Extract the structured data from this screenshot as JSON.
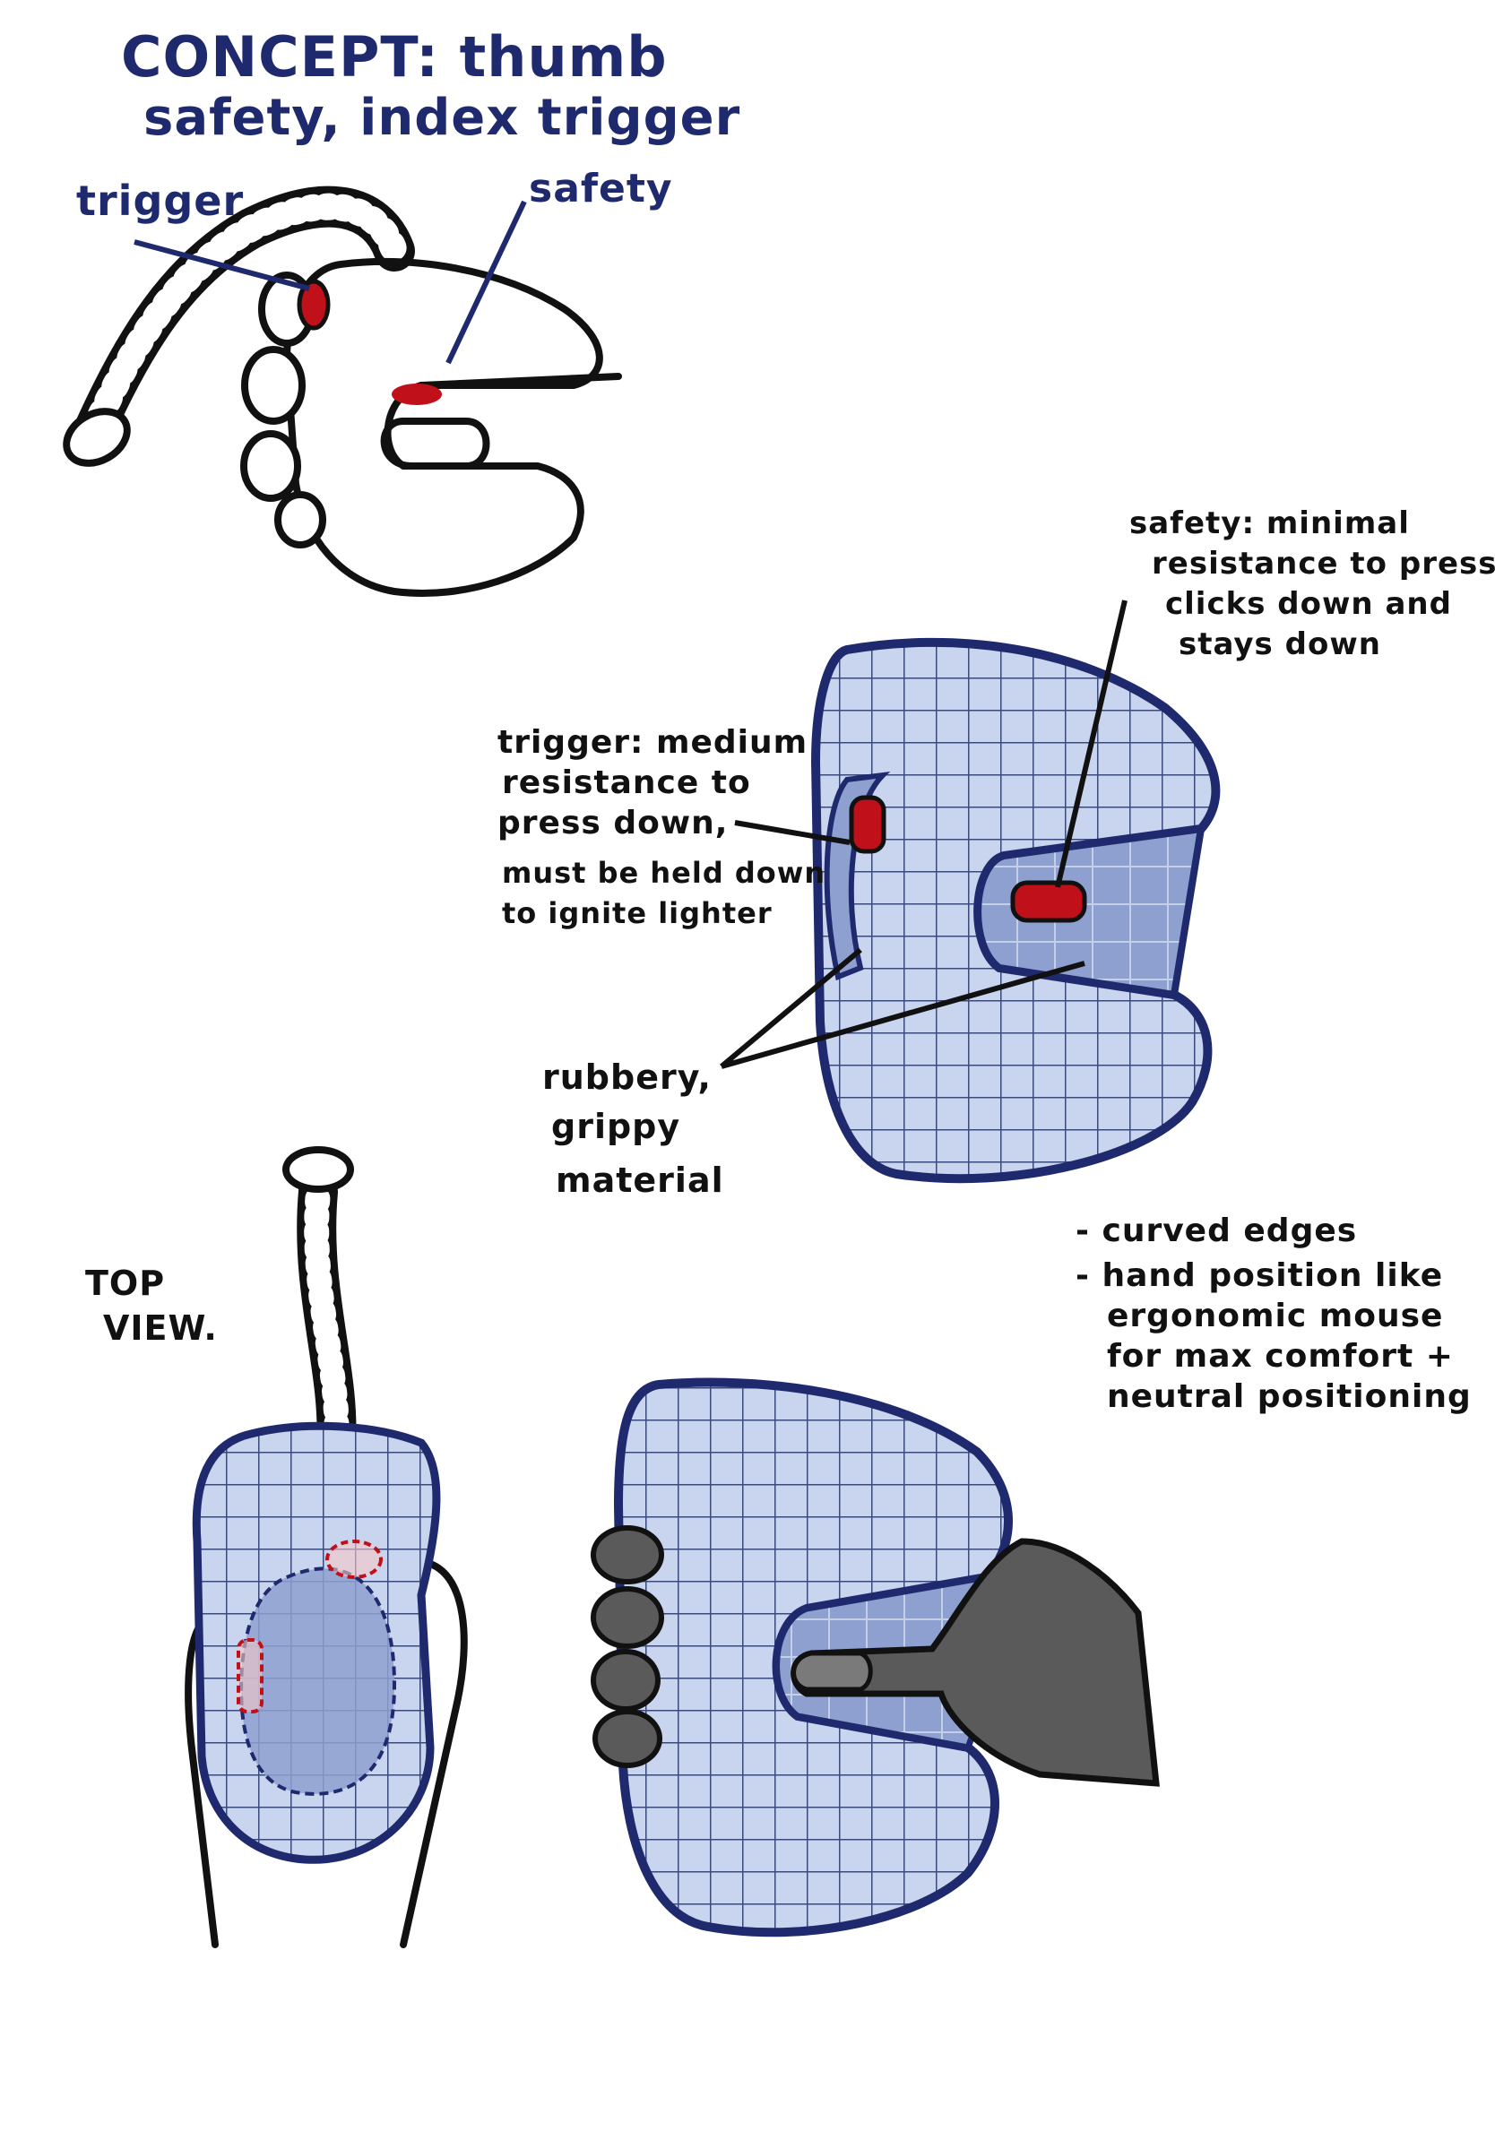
{
  "colors": {
    "ink": "#111111",
    "navy": "#1f2a6e",
    "body_fill": "#c9d4ee",
    "body_fill_dark": "#8ea0d0",
    "grid": "#3a4a7a",
    "button_red": "#c0101a",
    "hand_gray": "#5a5a5a"
  },
  "title": {
    "line1": "CONCEPT: thumb",
    "line2": "safety, index trigger"
  },
  "sketch1": {
    "trigger_label": "trigger",
    "safety_label": "safety"
  },
  "sketch2": {
    "safety_note": [
      "safety: minimal",
      "resistance to press,",
      "clicks down and",
      "stays down"
    ],
    "trigger_note": [
      "trigger: medium",
      "resistance to",
      "press down,",
      "must be held down",
      "to ignite lighter"
    ],
    "material_note": [
      "rubbery,",
      "grippy",
      "material"
    ]
  },
  "sketch3": {
    "top_view_label": [
      "TOP",
      "VIEW."
    ]
  },
  "sketch4": {
    "notes": [
      "- curved edges",
      "- hand position like",
      "ergonomic mouse",
      "for max comfort +",
      "neutral positioning"
    ]
  }
}
